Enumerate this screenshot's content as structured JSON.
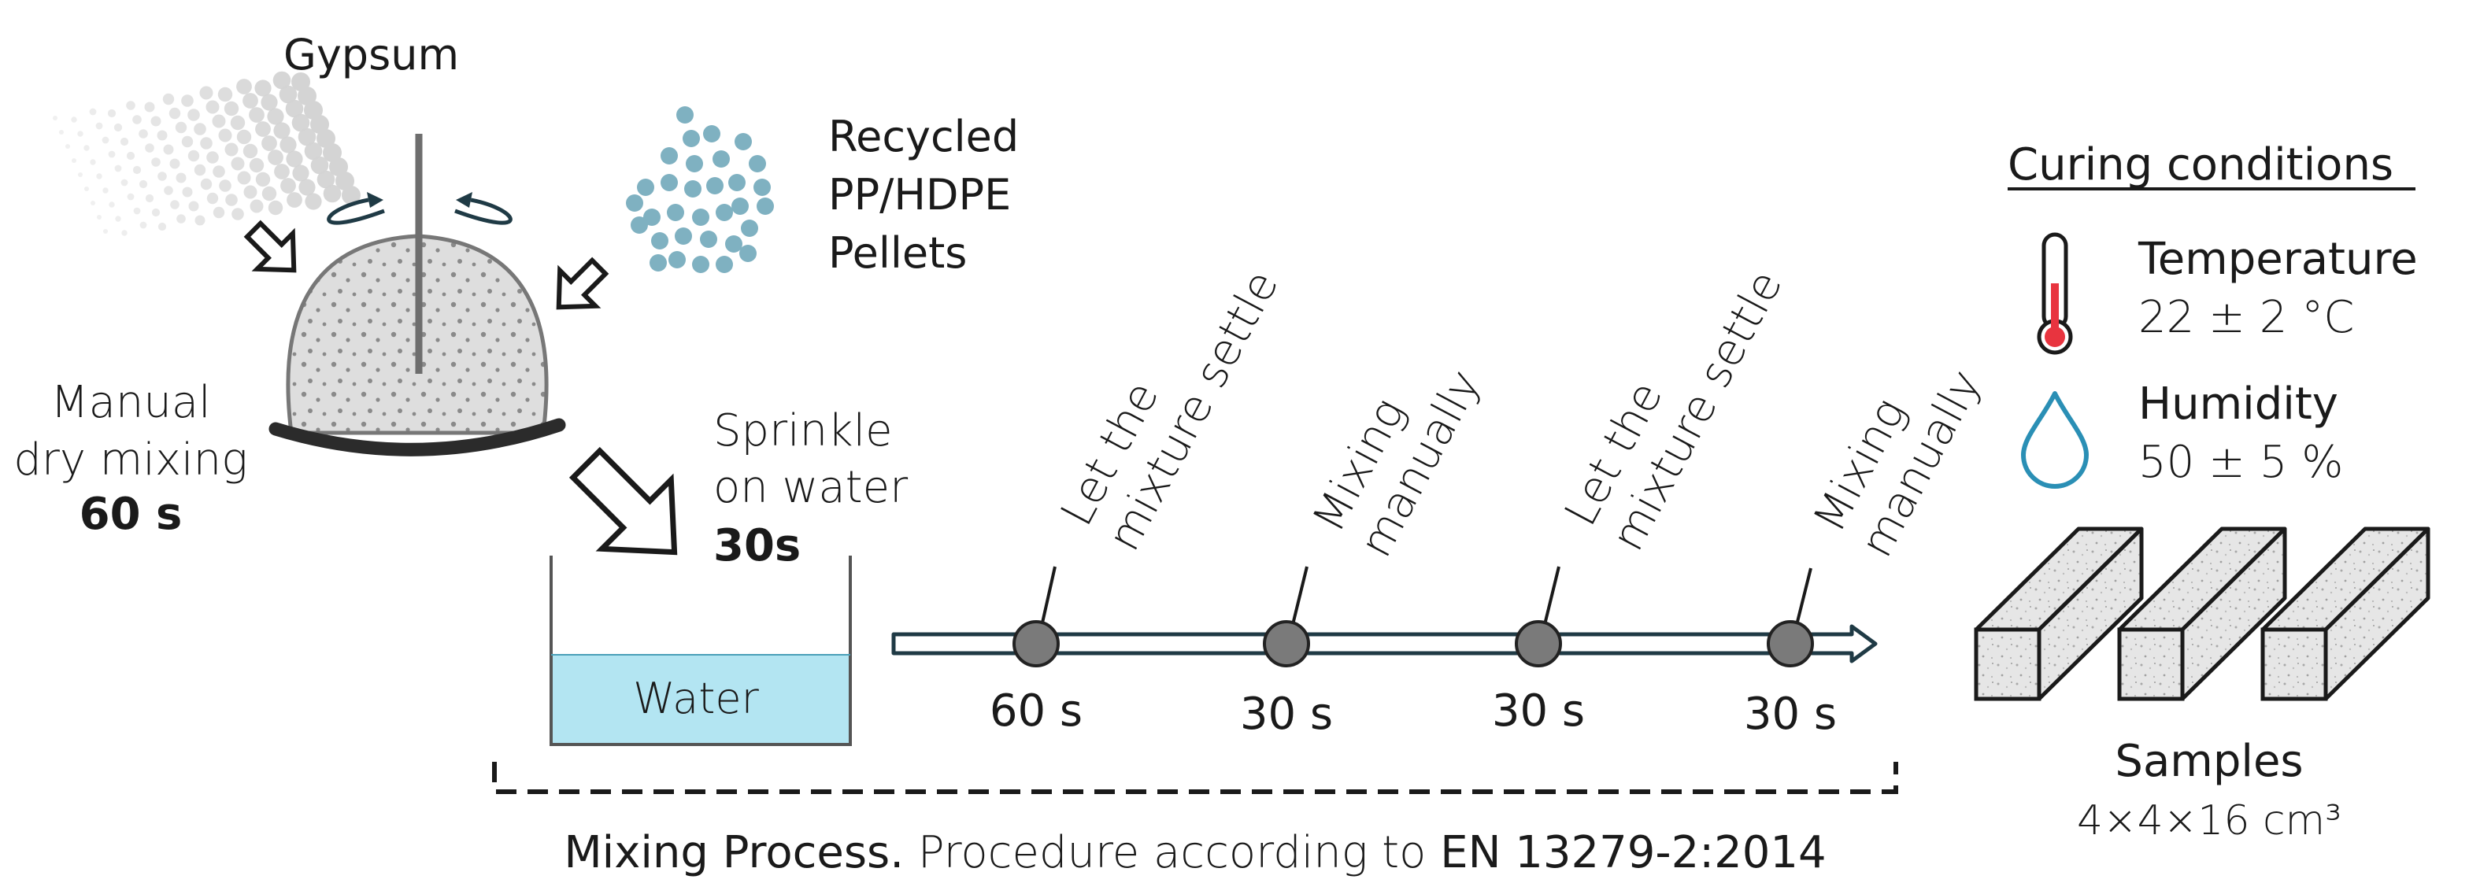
{
  "ingredients": {
    "gypsum": "Gypsum",
    "pellets_line1": "Recycled",
    "pellets_line2": "PP/HDPE",
    "pellets_line3": "Pellets"
  },
  "dry_mixing": {
    "line1": "Manual",
    "line2": "dry mixing",
    "duration": "60 s"
  },
  "sprinkle": {
    "line1": "Sprinkle",
    "line2": "on water",
    "duration": "30s"
  },
  "water_label": "Water",
  "timeline": {
    "steps": [
      {
        "line1": "Let the",
        "line2": "mixture settle",
        "duration": "60 s"
      },
      {
        "line1": "Mixing",
        "line2": "manually",
        "duration": "30 s"
      },
      {
        "line1": "Let the",
        "line2": "mixture settle",
        "duration": "30 s"
      },
      {
        "line1": "Mixing",
        "line2": "manually",
        "duration": "30 s"
      }
    ]
  },
  "caption": {
    "process": "Mixing Process.",
    "procedure": " Procedure according to ",
    "standard": "EN 13279-2:2014"
  },
  "curing": {
    "title": "Curing conditions",
    "temperature_label": "Temperature",
    "temperature_value": "22 ± 2 °C",
    "humidity_label": "Humidity",
    "humidity_value": "50 ± 5 %"
  },
  "samples": {
    "label": "Samples",
    "size": "4×4×16 cm³"
  },
  "colors": {
    "water": "#b3e5f2",
    "pellet": "#7fb1c1",
    "node": "#7a7a7a",
    "thermo_red": "#e8343f",
    "drop_blue": "#2a8fb5",
    "arrow_outline": "#1f3a45"
  }
}
